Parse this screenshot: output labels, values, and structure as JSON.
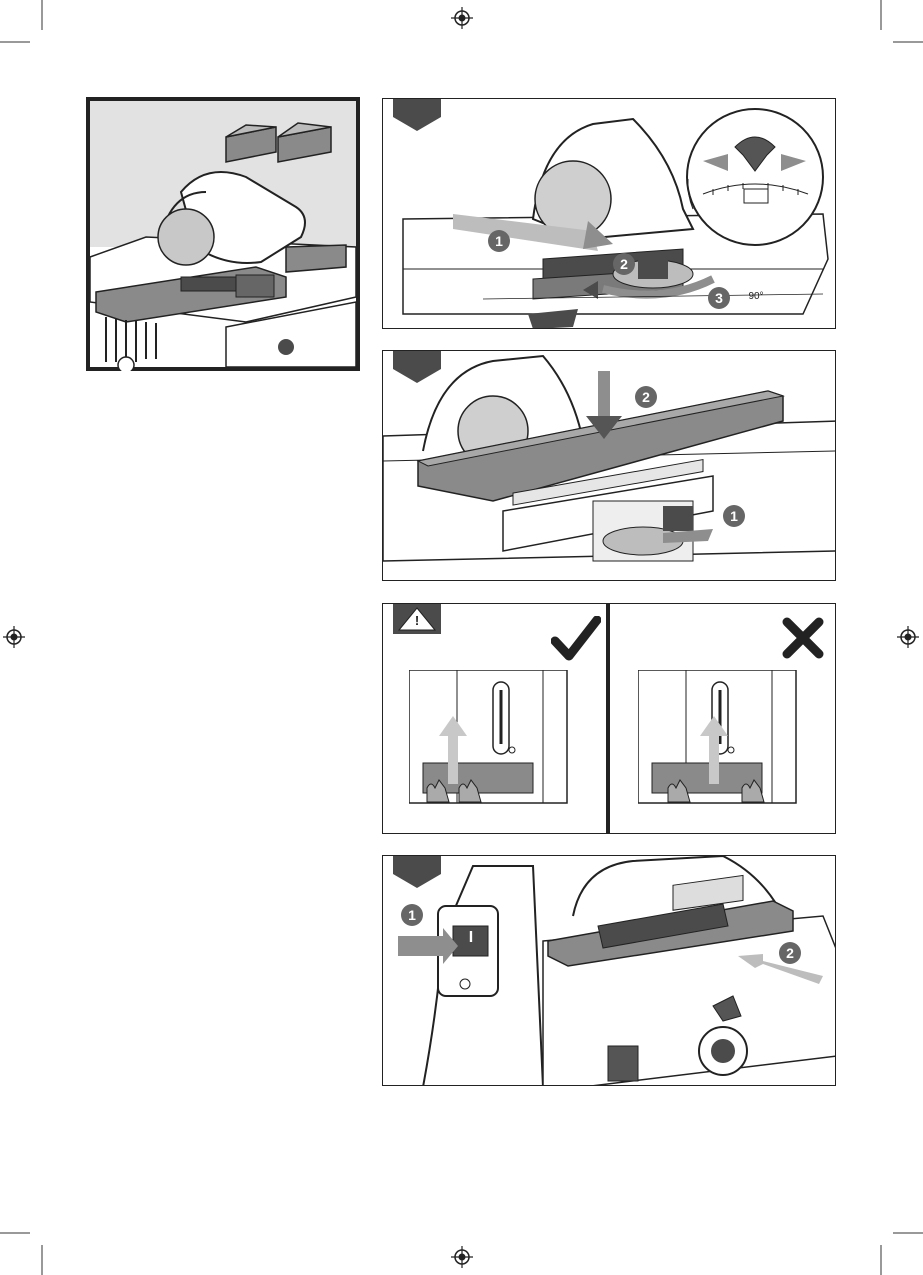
{
  "page": {
    "background": "#ffffff"
  },
  "colors": {
    "ink": "#2a2a2a",
    "shade_dark": "#4b4b4b",
    "shade_mid": "#8e8e8e",
    "shade_light": "#d6d6d6",
    "wood": "#8a8a8a"
  },
  "icons": {
    "registration": "crosshair-registration-icon",
    "warning": "warning-triangle-icon",
    "correct": "checkmark-icon",
    "incorrect": "cross-mark-icon"
  },
  "panel_a": {
    "callouts": [
      "1",
      "2",
      "3"
    ],
    "angle_readout": "90°"
  },
  "panel_b": {
    "callouts": [
      "2",
      "1"
    ]
  },
  "panel_d": {
    "callouts": [
      "1",
      "2"
    ],
    "switch_symbol": "I"
  },
  "warning_symbol": "!"
}
